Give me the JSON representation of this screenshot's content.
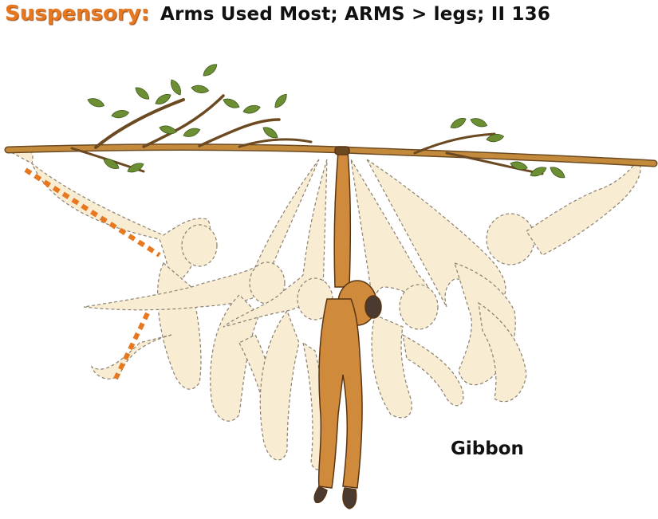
{
  "title": {
    "keyword": "Suspensory:",
    "description": "Arms Used Most; ARMS > legs; II 136"
  },
  "figure": {
    "subject_label": "Gibbon",
    "colors": {
      "highlight": "#e8781f",
      "ghost_fill": "#f8ecd3",
      "ghost_outline": "#8a8070",
      "gibbon_fill": "#cf8a3c",
      "branch": "#c48a3c",
      "leaf": "#6c8f34"
    }
  }
}
